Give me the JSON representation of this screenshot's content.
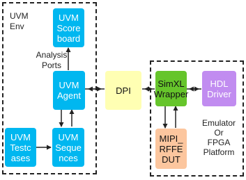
{
  "colors": {
    "uvm_block": "#00b7f0",
    "dpi_block": "#ffffb3",
    "wrapper_block": "#66c52b",
    "driver_block": "#c18cf0",
    "dut_block": "#fcc69e",
    "border": "#222222"
  },
  "uvm_env": {
    "label_line1": "UVM",
    "label_line2": "Env",
    "analysis_ports_line1": "Analysis",
    "analysis_ports_line2": "Ports",
    "scoreboard": {
      "line1": "UVM",
      "line2": "Score",
      "line3": "board"
    },
    "agent": {
      "line1": "UVM",
      "line2": "Agent"
    },
    "testcases": {
      "line1": "UVM",
      "line2": "Testc",
      "line3": "ases"
    },
    "sequences": {
      "line1": "UVM",
      "line2": "Seque",
      "line3": "nces"
    }
  },
  "dpi": {
    "label": "DPI"
  },
  "platform": {
    "wrapper": {
      "line1": "SimXL",
      "line2": "Wrapper"
    },
    "driver": {
      "line1": "HDL",
      "line2": "Driver"
    },
    "dut": {
      "line1": "MIPI_",
      "line2": "RFFE",
      "line3": "DUT"
    },
    "label_line1": "Emulator",
    "label_line2": "Or",
    "label_line3": "FPGA",
    "label_line4": "Platform"
  }
}
